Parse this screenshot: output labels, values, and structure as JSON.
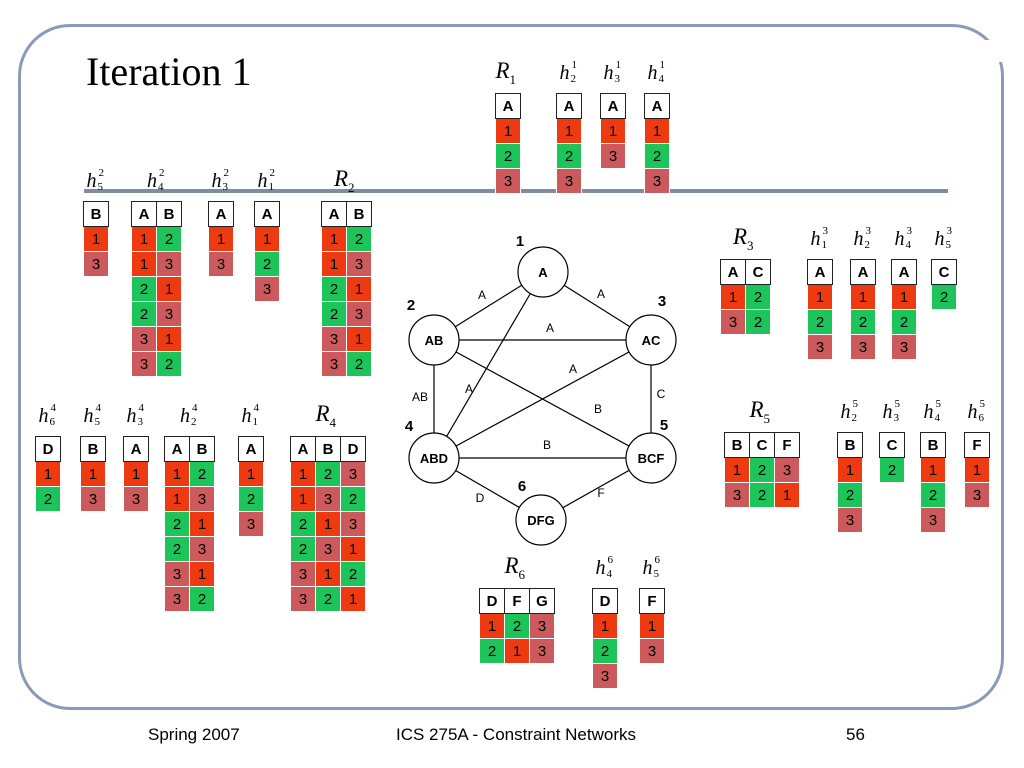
{
  "title": "Iteration 1",
  "footer": {
    "left": "Spring 2007",
    "center": "ICS 275A - Constraint Networks",
    "right": "56"
  },
  "color_legend": {
    "1": "#ee3a10",
    "2": "#1cc45a",
    "3": "#cc5a5c"
  },
  "tables": [
    {
      "id": "R1",
      "base": "R",
      "sub": "1",
      "sup": "",
      "cols": [
        "A"
      ],
      "rows": [
        [
          "1"
        ],
        [
          "2"
        ],
        [
          "3"
        ]
      ]
    },
    {
      "id": "h2_1",
      "base": "h",
      "sub": "2",
      "sup": "1",
      "cols": [
        "A"
      ],
      "rows": [
        [
          "1"
        ],
        [
          "2"
        ],
        [
          "3"
        ]
      ]
    },
    {
      "id": "h3_1",
      "base": "h",
      "sub": "3",
      "sup": "1",
      "cols": [
        "A"
      ],
      "rows": [
        [
          "1"
        ],
        [
          "3"
        ]
      ]
    },
    {
      "id": "h4_1",
      "base": "h",
      "sub": "4",
      "sup": "1",
      "cols": [
        "A"
      ],
      "rows": [
        [
          "1"
        ],
        [
          "2"
        ],
        [
          "3"
        ]
      ]
    },
    {
      "id": "h5_2",
      "base": "h",
      "sub": "5",
      "sup": "2",
      "cols": [
        "B"
      ],
      "rows": [
        [
          "1"
        ],
        [
          "3"
        ]
      ]
    },
    {
      "id": "h4_2",
      "base": "h",
      "sub": "4",
      "sup": "2",
      "cols": [
        "A",
        "B"
      ],
      "rows": [
        [
          "1",
          "2"
        ],
        [
          "1",
          "3"
        ],
        [
          "2",
          "1"
        ],
        [
          "2",
          "3"
        ],
        [
          "3",
          "1"
        ],
        [
          "3",
          "2"
        ]
      ]
    },
    {
      "id": "h3_2",
      "base": "h",
      "sub": "3",
      "sup": "2",
      "cols": [
        "A"
      ],
      "rows": [
        [
          "1"
        ],
        [
          "3"
        ]
      ]
    },
    {
      "id": "h1_2",
      "base": "h",
      "sub": "1",
      "sup": "2",
      "cols": [
        "A"
      ],
      "rows": [
        [
          "1"
        ],
        [
          "2"
        ],
        [
          "3"
        ]
      ]
    },
    {
      "id": "R2",
      "base": "R",
      "sub": "2",
      "sup": "",
      "cols": [
        "A",
        "B"
      ],
      "rows": [
        [
          "1",
          "2"
        ],
        [
          "1",
          "3"
        ],
        [
          "2",
          "1"
        ],
        [
          "2",
          "3"
        ],
        [
          "3",
          "1"
        ],
        [
          "3",
          "2"
        ]
      ]
    },
    {
      "id": "R3",
      "base": "R",
      "sub": "3",
      "sup": "",
      "cols": [
        "A",
        "C"
      ],
      "rows": [
        [
          "1",
          "2"
        ],
        [
          "3",
          "2"
        ]
      ]
    },
    {
      "id": "h1_3",
      "base": "h",
      "sub": "1",
      "sup": "3",
      "cols": [
        "A"
      ],
      "rows": [
        [
          "1"
        ],
        [
          "2"
        ],
        [
          "3"
        ]
      ]
    },
    {
      "id": "h2_3",
      "base": "h",
      "sub": "2",
      "sup": "3",
      "cols": [
        "A"
      ],
      "rows": [
        [
          "1"
        ],
        [
          "2"
        ],
        [
          "3"
        ]
      ]
    },
    {
      "id": "h4_3",
      "base": "h",
      "sub": "4",
      "sup": "3",
      "cols": [
        "A"
      ],
      "rows": [
        [
          "1"
        ],
        [
          "2"
        ],
        [
          "3"
        ]
      ]
    },
    {
      "id": "h5_3",
      "base": "h",
      "sub": "5",
      "sup": "3",
      "cols": [
        "C"
      ],
      "rows": [
        [
          "2"
        ]
      ]
    },
    {
      "id": "h6_4",
      "base": "h",
      "sub": "6",
      "sup": "4",
      "cols": [
        "D"
      ],
      "rows": [
        [
          "1"
        ],
        [
          "2"
        ]
      ]
    },
    {
      "id": "h5_4",
      "base": "h",
      "sub": "5",
      "sup": "4",
      "cols": [
        "B"
      ],
      "rows": [
        [
          "1"
        ],
        [
          "3"
        ]
      ]
    },
    {
      "id": "h3_4",
      "base": "h",
      "sub": "3",
      "sup": "4",
      "cols": [
        "A"
      ],
      "rows": [
        [
          "1"
        ],
        [
          "3"
        ]
      ]
    },
    {
      "id": "h2_4",
      "base": "h",
      "sub": "2",
      "sup": "4",
      "cols": [
        "A",
        "B"
      ],
      "rows": [
        [
          "1",
          "2"
        ],
        [
          "1",
          "3"
        ],
        [
          "2",
          "1"
        ],
        [
          "2",
          "3"
        ],
        [
          "3",
          "1"
        ],
        [
          "3",
          "2"
        ]
      ]
    },
    {
      "id": "h1_4",
      "base": "h",
      "sub": "1",
      "sup": "4",
      "cols": [
        "A"
      ],
      "rows": [
        [
          "1"
        ],
        [
          "2"
        ],
        [
          "3"
        ]
      ]
    },
    {
      "id": "R4",
      "base": "R",
      "sub": "4",
      "sup": "",
      "cols": [
        "A",
        "B",
        "D"
      ],
      "rows": [
        [
          "1",
          "2",
          "3"
        ],
        [
          "1",
          "3",
          "2"
        ],
        [
          "2",
          "1",
          "3"
        ],
        [
          "2",
          "3",
          "1"
        ],
        [
          "3",
          "1",
          "2"
        ],
        [
          "3",
          "2",
          "1"
        ]
      ]
    },
    {
      "id": "R5",
      "base": "R",
      "sub": "5",
      "sup": "",
      "cols": [
        "B",
        "C",
        "F"
      ],
      "rows": [
        [
          "1",
          "2",
          "3"
        ],
        [
          "3",
          "2",
          "1"
        ]
      ]
    },
    {
      "id": "h2_5",
      "base": "h",
      "sub": "2",
      "sup": "5",
      "cols": [
        "B"
      ],
      "rows": [
        [
          "1"
        ],
        [
          "2"
        ],
        [
          "3"
        ]
      ]
    },
    {
      "id": "h3_5",
      "base": "h",
      "sub": "3",
      "sup": "5",
      "cols": [
        "C"
      ],
      "rows": [
        [
          "2"
        ]
      ]
    },
    {
      "id": "h4_5",
      "base": "h",
      "sub": "4",
      "sup": "5",
      "cols": [
        "B"
      ],
      "rows": [
        [
          "1"
        ],
        [
          "2"
        ],
        [
          "3"
        ]
      ]
    },
    {
      "id": "h6_5",
      "base": "h",
      "sub": "6",
      "sup": "5",
      "cols": [
        "F"
      ],
      "rows": [
        [
          "1"
        ],
        [
          "3"
        ]
      ]
    },
    {
      "id": "R6",
      "base": "R",
      "sub": "6",
      "sup": "",
      "cols": [
        "D",
        "F",
        "G"
      ],
      "rows": [
        [
          "1",
          "2",
          "3"
        ],
        [
          "2",
          "1",
          "3"
        ]
      ]
    },
    {
      "id": "h4_6",
      "base": "h",
      "sub": "4",
      "sup": "6",
      "cols": [
        "D"
      ],
      "rows": [
        [
          "1"
        ],
        [
          "2"
        ],
        [
          "3"
        ]
      ]
    },
    {
      "id": "h5_6",
      "base": "h",
      "sub": "5",
      "sup": "6",
      "cols": [
        "F"
      ],
      "rows": [
        [
          "1"
        ],
        [
          "3"
        ]
      ]
    }
  ],
  "graph": {
    "nodes": [
      {
        "id": "n1",
        "label": "A",
        "number": "1"
      },
      {
        "id": "n2",
        "label": "AB",
        "number": "2"
      },
      {
        "id": "n3",
        "label": "AC",
        "number": "3"
      },
      {
        "id": "n4",
        "label": "ABD",
        "number": "4"
      },
      {
        "id": "n5",
        "label": "BCF",
        "number": "5"
      },
      {
        "id": "n6",
        "label": "DFG",
        "number": "6"
      }
    ],
    "edges": [
      {
        "from": "n1",
        "to": "n2",
        "label": "A"
      },
      {
        "from": "n1",
        "to": "n3",
        "label": "A"
      },
      {
        "from": "n2",
        "to": "n3",
        "label": "A"
      },
      {
        "from": "n1",
        "to": "n4",
        "label": "A"
      },
      {
        "from": "n3",
        "to": "n4",
        "label": "A"
      },
      {
        "from": "n2",
        "to": "n4",
        "label": "AB"
      },
      {
        "from": "n3",
        "to": "n5",
        "label": "C"
      },
      {
        "from": "n2",
        "to": "n5",
        "label": "B"
      },
      {
        "from": "n4",
        "to": "n5",
        "label": "B"
      },
      {
        "from": "n4",
        "to": "n6",
        "label": "D"
      },
      {
        "from": "n5",
        "to": "n6",
        "label": "F"
      }
    ]
  }
}
